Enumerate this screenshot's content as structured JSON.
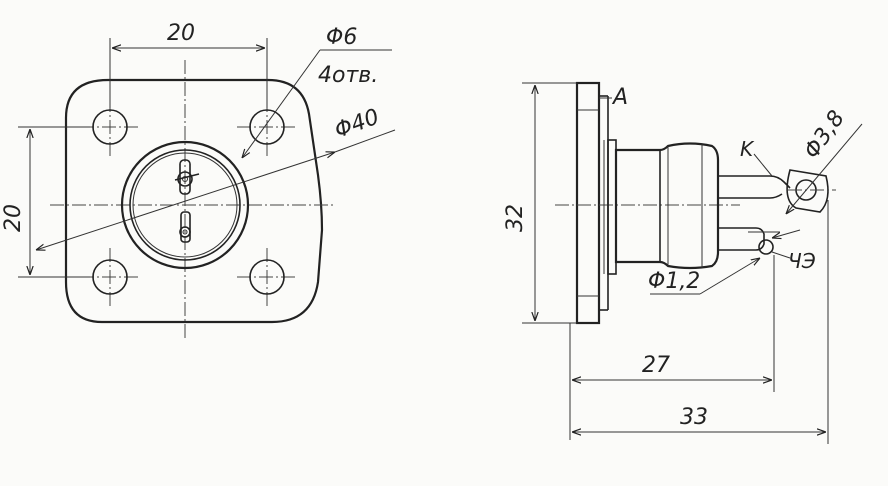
{
  "colors": {
    "ink": "#222222",
    "paper": "#fbfbf9"
  },
  "front_view": {
    "dim_hole_spacing_h": "20",
    "dim_hole_spacing_v": "20",
    "dim_hole_diameter": "Φ6",
    "dim_hole_count": "4отв.",
    "dim_flange": "Φ40"
  },
  "side_view": {
    "label_a": "A",
    "label_k": "K",
    "dim_ring": "Φ3,8",
    "dim_height": "32",
    "dim_pin": "Φ1,2",
    "label_ch": "ЧЭ",
    "dim_len_short": "27",
    "dim_len_long": "33"
  }
}
